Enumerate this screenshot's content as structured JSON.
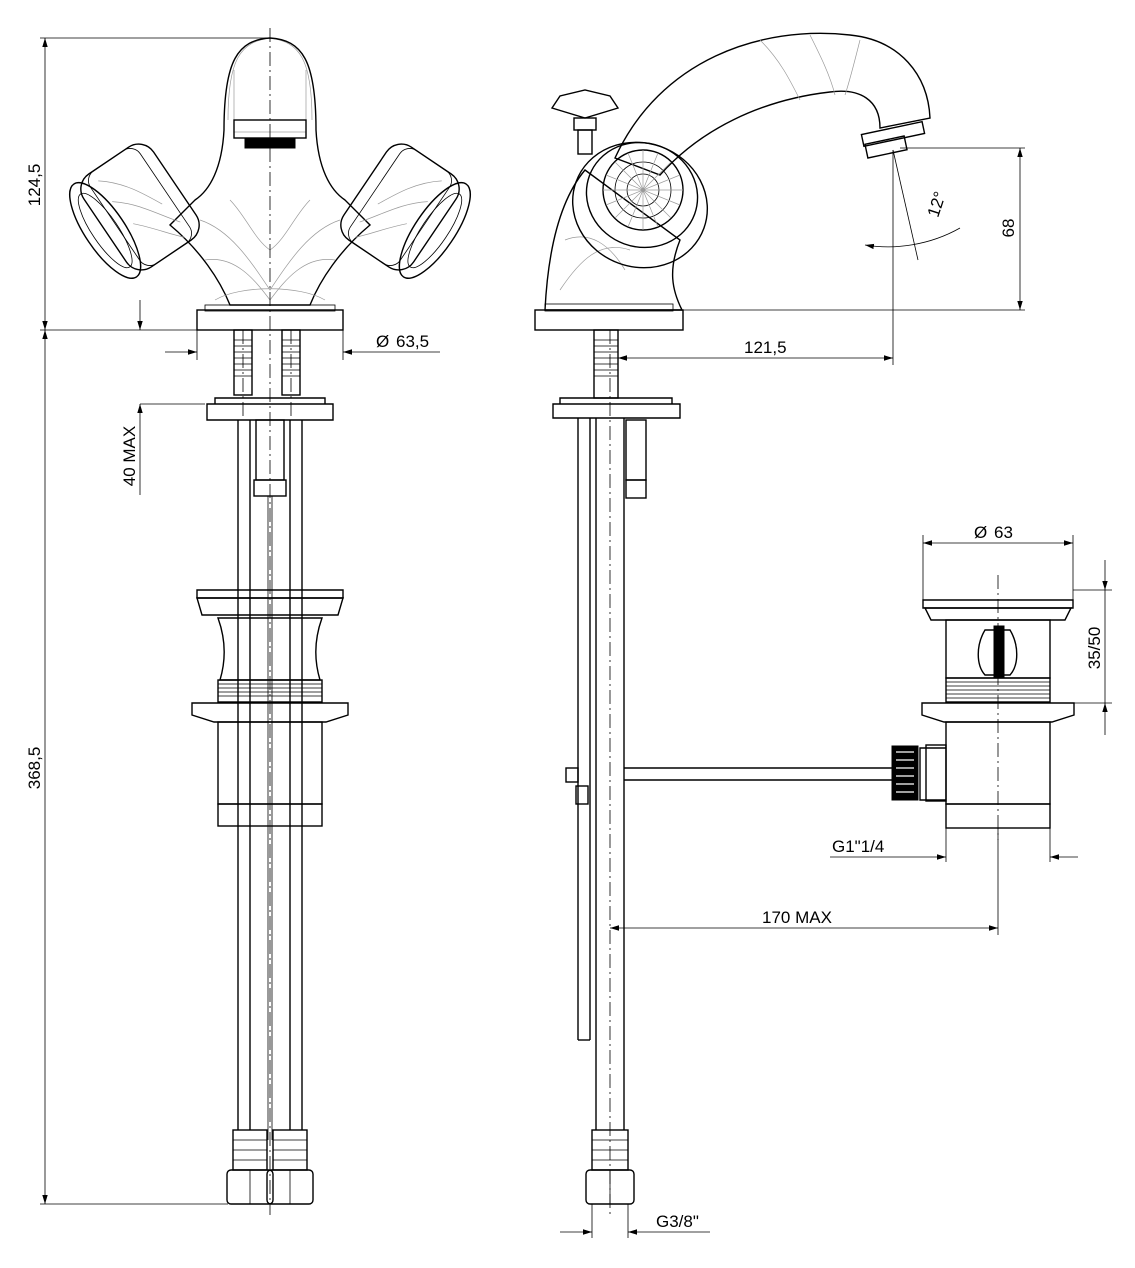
{
  "dimensions": {
    "top_height": "124,5",
    "total_height": "368,5",
    "deck_clamp": "40 MAX",
    "base_diameter": "63,5",
    "spout_reach": "121,5",
    "spout_angle": "12°",
    "spout_height": "68",
    "waste_diameter": "63",
    "plug_lift": "35/50",
    "waste_thread": "G1\"1/4",
    "rod_length": "170 MAX",
    "inlet_thread": "G3/8\""
  },
  "symbols": {
    "diameter": "Ø"
  }
}
